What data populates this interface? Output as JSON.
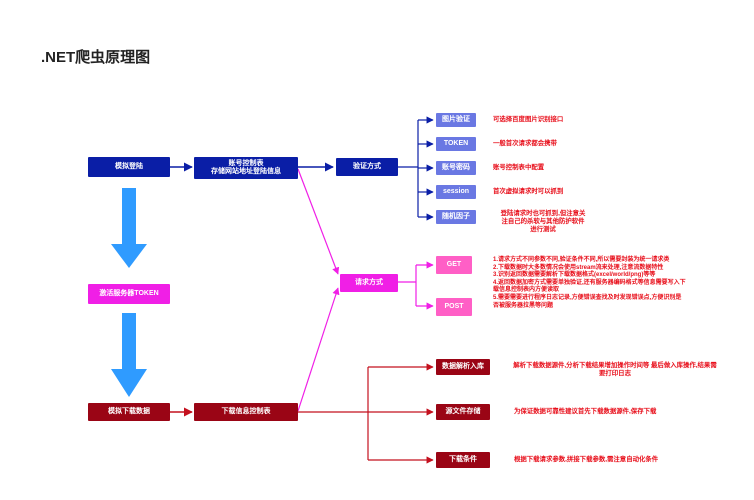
{
  "title": ".NET爬虫原理图",
  "colors": {
    "blue": "#0a1ea6",
    "lavender": "#6a78e3",
    "magenta": "#f01fe6",
    "pink": "#ff5fc6",
    "maroon": "#9a0515",
    "arrow": "#2f9bff",
    "note_text": "#e8101c"
  },
  "nodes": {
    "simulate_login": "模拟登陆",
    "account_control": "账号控制表\n存储网站地址登陆信息",
    "verify_method": "验证方式",
    "fetch_token": "激活服务器TOKEN",
    "request_method": "请求方式",
    "simulate_download": "模拟下载数据",
    "download_control": "下载信息控制表"
  },
  "verify_items": [
    {
      "label": "图片验证",
      "note": "可选择百度图片识别接口"
    },
    {
      "label": "TOKEN",
      "note": "一般首次请求都会携带"
    },
    {
      "label": "账号密码",
      "note": "账号控制表中配置"
    },
    {
      "label": "session",
      "note": "首次虚拟请求时可以抓到"
    },
    {
      "label": "随机因子",
      "note": "登陆请求时也可抓到,但注意关\n注自己的杀软与其他防护软件\n进行测试"
    }
  ],
  "request_items": [
    {
      "label": "GET"
    },
    {
      "label": "POST"
    }
  ],
  "request_note": "1.请求方式不同参数不同,验证条件不同,所以需要封装为统一请求类\n2.下载数据时大多数情况会使用stream流来处理,注意流数据特性\n3.识别返回数据需要解析下载数据格式(excel/world/png)等等\n4.返回数据加密方式需要单独验证,还有服务器编码格式等信息需要写入下\n   载信息控制表内方便读取\n5.需要需要进行程序日志记录,方便错误查找及时发现错误点,方便识别是\n   否被服务器拉黑等问题",
  "download_items": [
    {
      "label": "数据解析入库",
      "note": "解析下载数据源件,分析下载结果增加操作时间等 最后做入库操作,结果需\n要打印日志"
    },
    {
      "label": "源文件存储",
      "note": "为保证数据可靠性建议首先下载数据源件,保存下载"
    },
    {
      "label": "下载条件",
      "note": "根据下载请求参数,拼接下载参数,需注意自动化条件"
    }
  ]
}
